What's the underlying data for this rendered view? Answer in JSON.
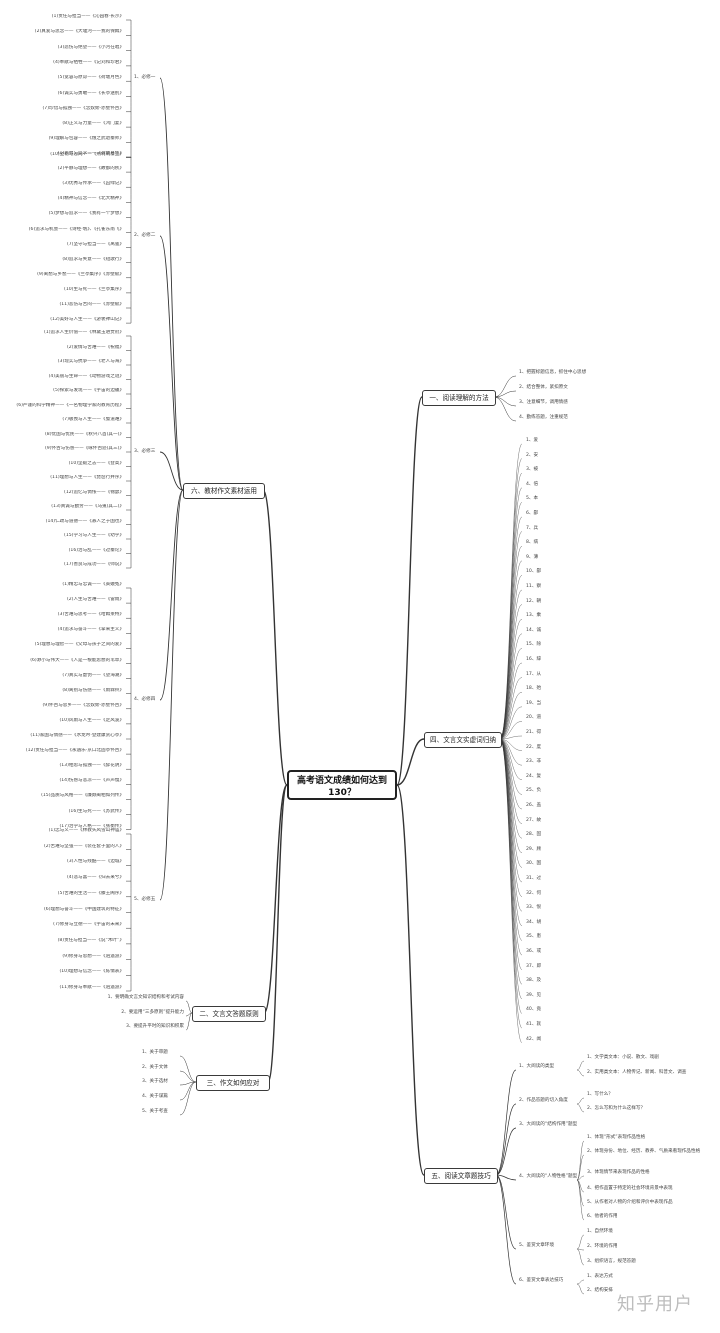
{
  "root": "高考语文成绩如何达到130？",
  "left": [
    {
      "label": "六、教材作文素材运用",
      "children": [
        {
          "label": "1、必修一",
          "items": [
            "(1)责任与担当——《沁园春·长沙》",
            "(2)真爱与思念——《大堰河——我的保姆》",
            "(3)悲伤与绝望——《小河在唱》",
            "(4)奉献与牺牲——《记刘和珍君》",
            "(5)宽容与原谅——《荷塘月色》",
            "(6)诚实与勇敢——《长亭送别》",
            "(7)珍惜与孤独——《念奴娇·赤壁怀古》",
            "(8)正义与力量——《鸿门宴》",
            "(9)理解与包容——《烛之武退秦师》",
            "(10)坚韧与志向——《荆轲刺秦王》"
          ]
        },
        {
          "label": "2、必修二",
          "items": [
            "(1)思想与追求——《荷塘月色》",
            "(2)平静与理想——《故都的秋》",
            "(3)优秀与传承——《囚绿记》",
            "(4)精神与信念——《北大精神》",
            "(5)梦想与追求——《我有一个梦想》",
            "(6)追求与机会——《诗经·氓》、《孔雀东南飞》",
            "(7)坚守与担当——《离骚》",
            "(8)追求与失意——《短歌行》",
            "(9)离愁与乡愁——《兰亭集序》《赤壁赋》",
            "(10)生与死——《兰亭集序》",
            "(11)悲伤与苦闷——《赤壁赋》",
            "(12)美好与人生——《游褒禅山记》"
          ]
        },
        {
          "label": "3、必修三",
          "items": [
            "(1)追求人生价值——《林黛玉进贾府》",
            "(2)爱情与苦难——《祝福》",
            "(3)现实与抗争——《老人与海》",
            "(4)美丽与生命——《动物游戏之谜》",
            "(5)探索与发现——《宇宙的边疆》",
            "(6)严谨的科学精神——《一名物理学家的教育历程》",
            "(7)敬畏与人生——《蜀道难》",
            "(8)忧国与忧民——《秋兴八首(其一)》",
            "(9)怀古与伤感——《咏怀古迹(其三)》",
            "(10)坚毅之志——《登高》",
            "(11)理想与人生——《琵琶行并序》",
            "(12)追忆与惆怅——《锦瑟》",
            "(13)真诚与勤劳——《马嵬(其二)》",
            "(14)仁政与道德——《寡人之于国也》",
            "(15)学习与人生——《劝学》",
            "(16)治与乱——《过秦论》",
            "(17)善良与成功——《师说》"
          ]
        },
        {
          "label": "4、必修四",
          "items": [
            "(1)精忠与忠诚——《窦娥冤》",
            "(2)人生与苦难——《雷雨》",
            "(3)苦难与思考——《哈姆莱特》",
            "(4)追求与奋斗——《拿来主义》",
            "(5)理想与理智——《父母与孩子之间的爱》",
            "(6)渺小与伟大——《人是一根能思想的苇草》",
            "(7)真实与虚伪——《望海潮》",
            "(8)离别与伤感——《雨霖铃》",
            "(9)怀古与思乡——《念奴娇·赤壁怀古》",
            "(10)风雨与人生——《定风波》",
            "(11)家国与情感——《水龙吟·登建康赏心亭》",
            "(12)责任与担当——《永遇乐·京口北固亭怀古》",
            "(13)相思与孤独——《醉花阴》",
            "(14)伤感与悲凉——《声声慢》",
            "(15)品质与风格——《廉颇蔺相如列传》",
            "(16)生与死——《苏武传》",
            "(17)治学与人格——《张衡传》"
          ]
        },
        {
          "label": "5、必修五",
          "items": [
            "(1)忠与义——《林教头风雪山神庙》",
            "(2)苦难与坚强——《装在套子里的人》",
            "(3)人性与残酷——《边城》",
            "(4)悲与喜——《归去来兮》",
            "(5)苦难的生活——《滕王阁序》",
            "(6)理想与奋斗——《中国建筑的特征》",
            "(7)修身与立德——《宇宙的未来》",
            "(8)责任与担当——《说“木叶”》",
            "(9)修身与思想——《逍遥游》",
            "(10)理想与信念——《陈情表》",
            "(11)修身与奉献——《逍遥游》"
          ]
        }
      ]
    },
    {
      "label": "二、文言文答题原则",
      "items": [
        "1、要明确文言文知识结构和考试内容",
        "2、要运用“三多原则”提升能力",
        "3、要提升平时的知识和积累"
      ]
    },
    {
      "label": "三、作文如何应对",
      "items": [
        "1、关于审题",
        "2、关于文体",
        "3、关于选材",
        "4、关于谋篇",
        "5、关于考查"
      ]
    }
  ],
  "right": [
    {
      "label": "一、阅读理解的方法",
      "items": [
        "1、把握标题信息，抓住中心思想",
        "2、结合整体，紧扣原文",
        "3、注意细节，调用情感",
        "4、勤练答题，注重规范"
      ]
    },
    {
      "label": "四、文言文实虚词归纳",
      "items": [
        "1、爱",
        "2、安",
        "3、被",
        "4、倍",
        "5、本",
        "6、鄙",
        "7、兵",
        "8、病",
        "9、薄",
        "10、鄙",
        "11、察",
        "12、朝",
        "13、乘",
        "14、诚",
        "15、除",
        "16、辞",
        "17、从",
        "18、殆",
        "19、当",
        "20、道",
        "21、得",
        "22、度",
        "23、非",
        "24、复",
        "25、负",
        "26、盖",
        "27、故",
        "28、固",
        "29、顾",
        "30、国",
        "31、过",
        "32、何",
        "33、恨",
        "34、胡",
        "35、患",
        "36、或",
        "37、即",
        "38、及",
        "39、见",
        "40、竟",
        "41、就",
        "42、闻"
      ]
    },
    {
      "label": "五、阅读文章题技巧",
      "children": [
        {
          "label": "1、大阅读的类型",
          "items": [
            "1、文学类文本：小说、散文、戏剧",
            "2、实用类文本：人物传记、新闻、科普文、调查"
          ]
        },
        {
          "label": "2、作品答题的切入角度",
          "items": [
            "1、写什么？",
            "2、怎么写和为什么这样写？"
          ]
        },
        {
          "label": "3、大阅读的“结构作用”题型",
          "items": []
        },
        {
          "label": "4、大阅读的“人物性格”题型",
          "items": [
            "1、体现“形式”表现作品性格",
            "2、体现身份、地位、经历、教养、气质来看现作品性格",
            "3、体现情节来表现作品的性格",
            "4、把作品置于特定的社会环境背景中表现",
            "5、从作者对人物的介绍和评价中表现作品",
            "6、他者的作用"
          ]
        },
        {
          "label": "5、鉴赏文章环境",
          "items": [
            "1、自然环境",
            "2、环境的作用",
            "3、组织语言，规范答题"
          ]
        },
        {
          "label": "6、鉴赏文章表达技巧",
          "items": [
            "1、表达方式",
            "2、结构安排"
          ]
        }
      ]
    }
  ],
  "watermark": "知乎用户"
}
